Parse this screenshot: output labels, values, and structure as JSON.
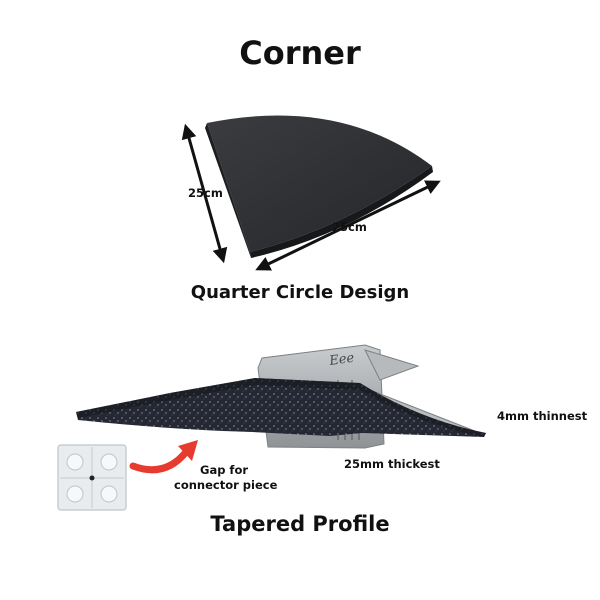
{
  "headings": {
    "corner": "Corner",
    "quarter_circle": "Quarter Circle Design",
    "tapered": "Tapered Profile"
  },
  "dimensions": {
    "side_left": "25cm",
    "side_bottom": "25cm"
  },
  "profile_labels": {
    "thinnest": "4mm thinnest",
    "thickest": "25mm thickest",
    "gap_line1": "Gap for",
    "gap_line2": "connector piece"
  },
  "caliper_text": "Eee",
  "colors": {
    "tile": "#2b2d30",
    "tile_edge": "#1a1b1d",
    "rubber": "#1f2128",
    "caliper": "#a9adb0",
    "arrow_red": "#e63b2e",
    "text": "#111111"
  }
}
